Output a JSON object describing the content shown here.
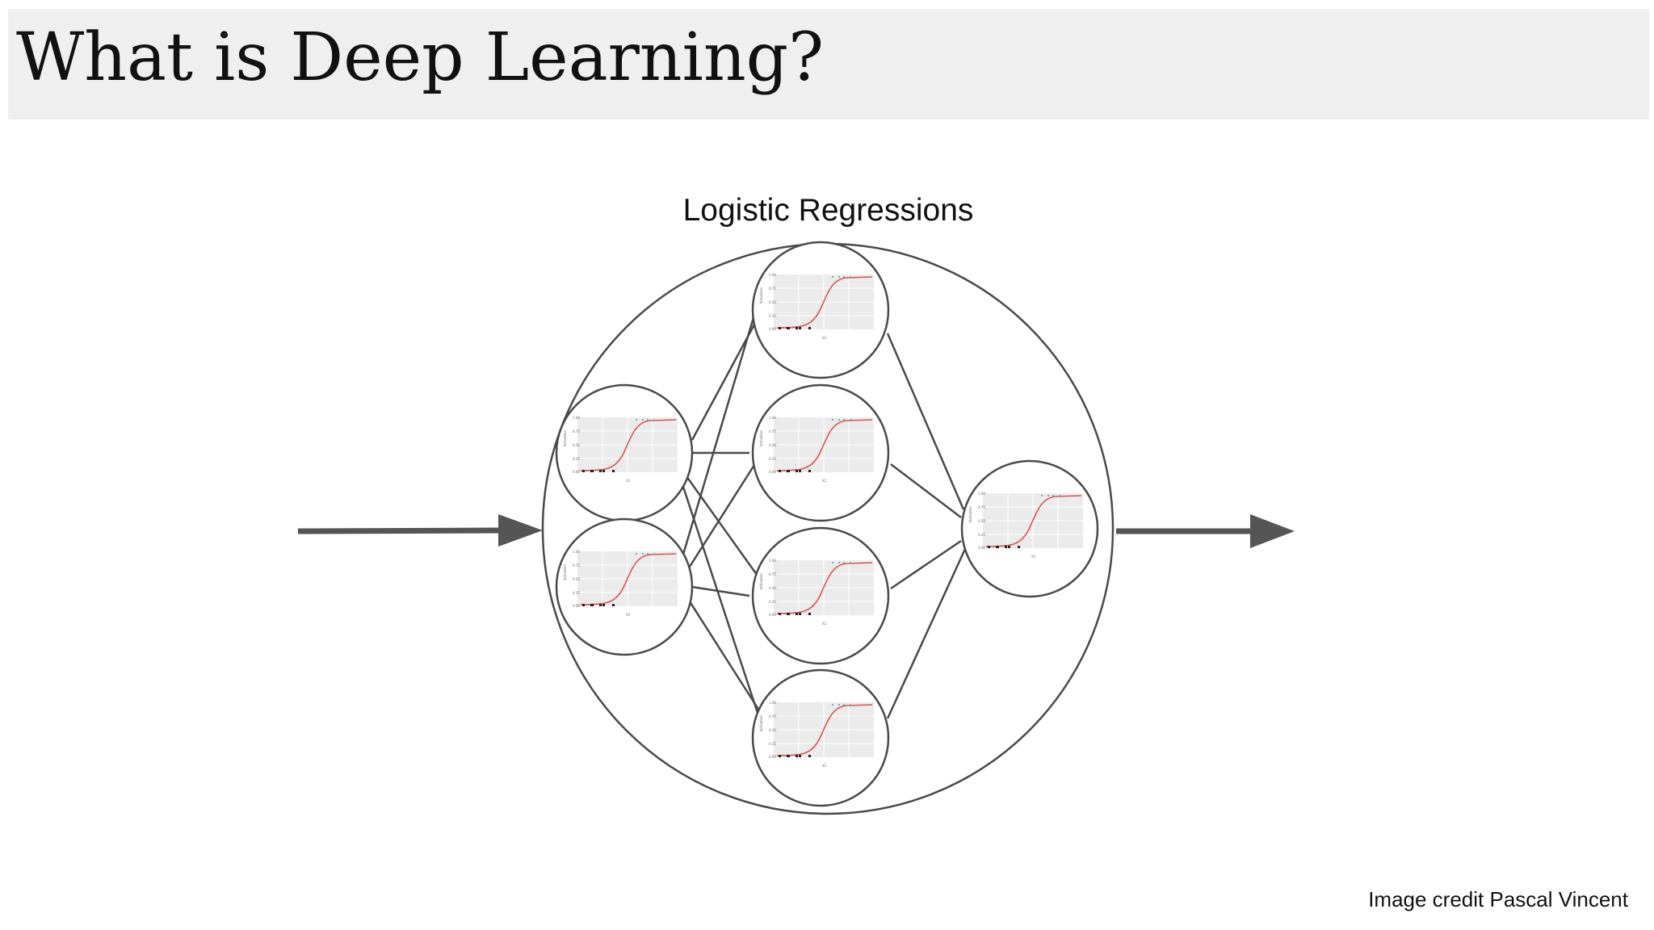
{
  "slide": {
    "title": "What is Deep Learning?",
    "diagram_caption": "Logistic Regressions",
    "credit": "Image credit Pascal Vincent"
  },
  "colors": {
    "title_bar": "#efefef",
    "stroke": "#4a4a4a",
    "arrow": "#555555",
    "plot_bg": "#ebebeb",
    "sigmoid_curve": "#d9534f"
  },
  "network": {
    "node_content": "logistic-sigmoid-plot",
    "layers": [
      {
        "name": "input",
        "nodes": 2
      },
      {
        "name": "hidden",
        "nodes": 4
      },
      {
        "name": "output",
        "nodes": 1
      }
    ],
    "fully_connected": true,
    "input_arrow": true,
    "output_arrow": true
  }
}
